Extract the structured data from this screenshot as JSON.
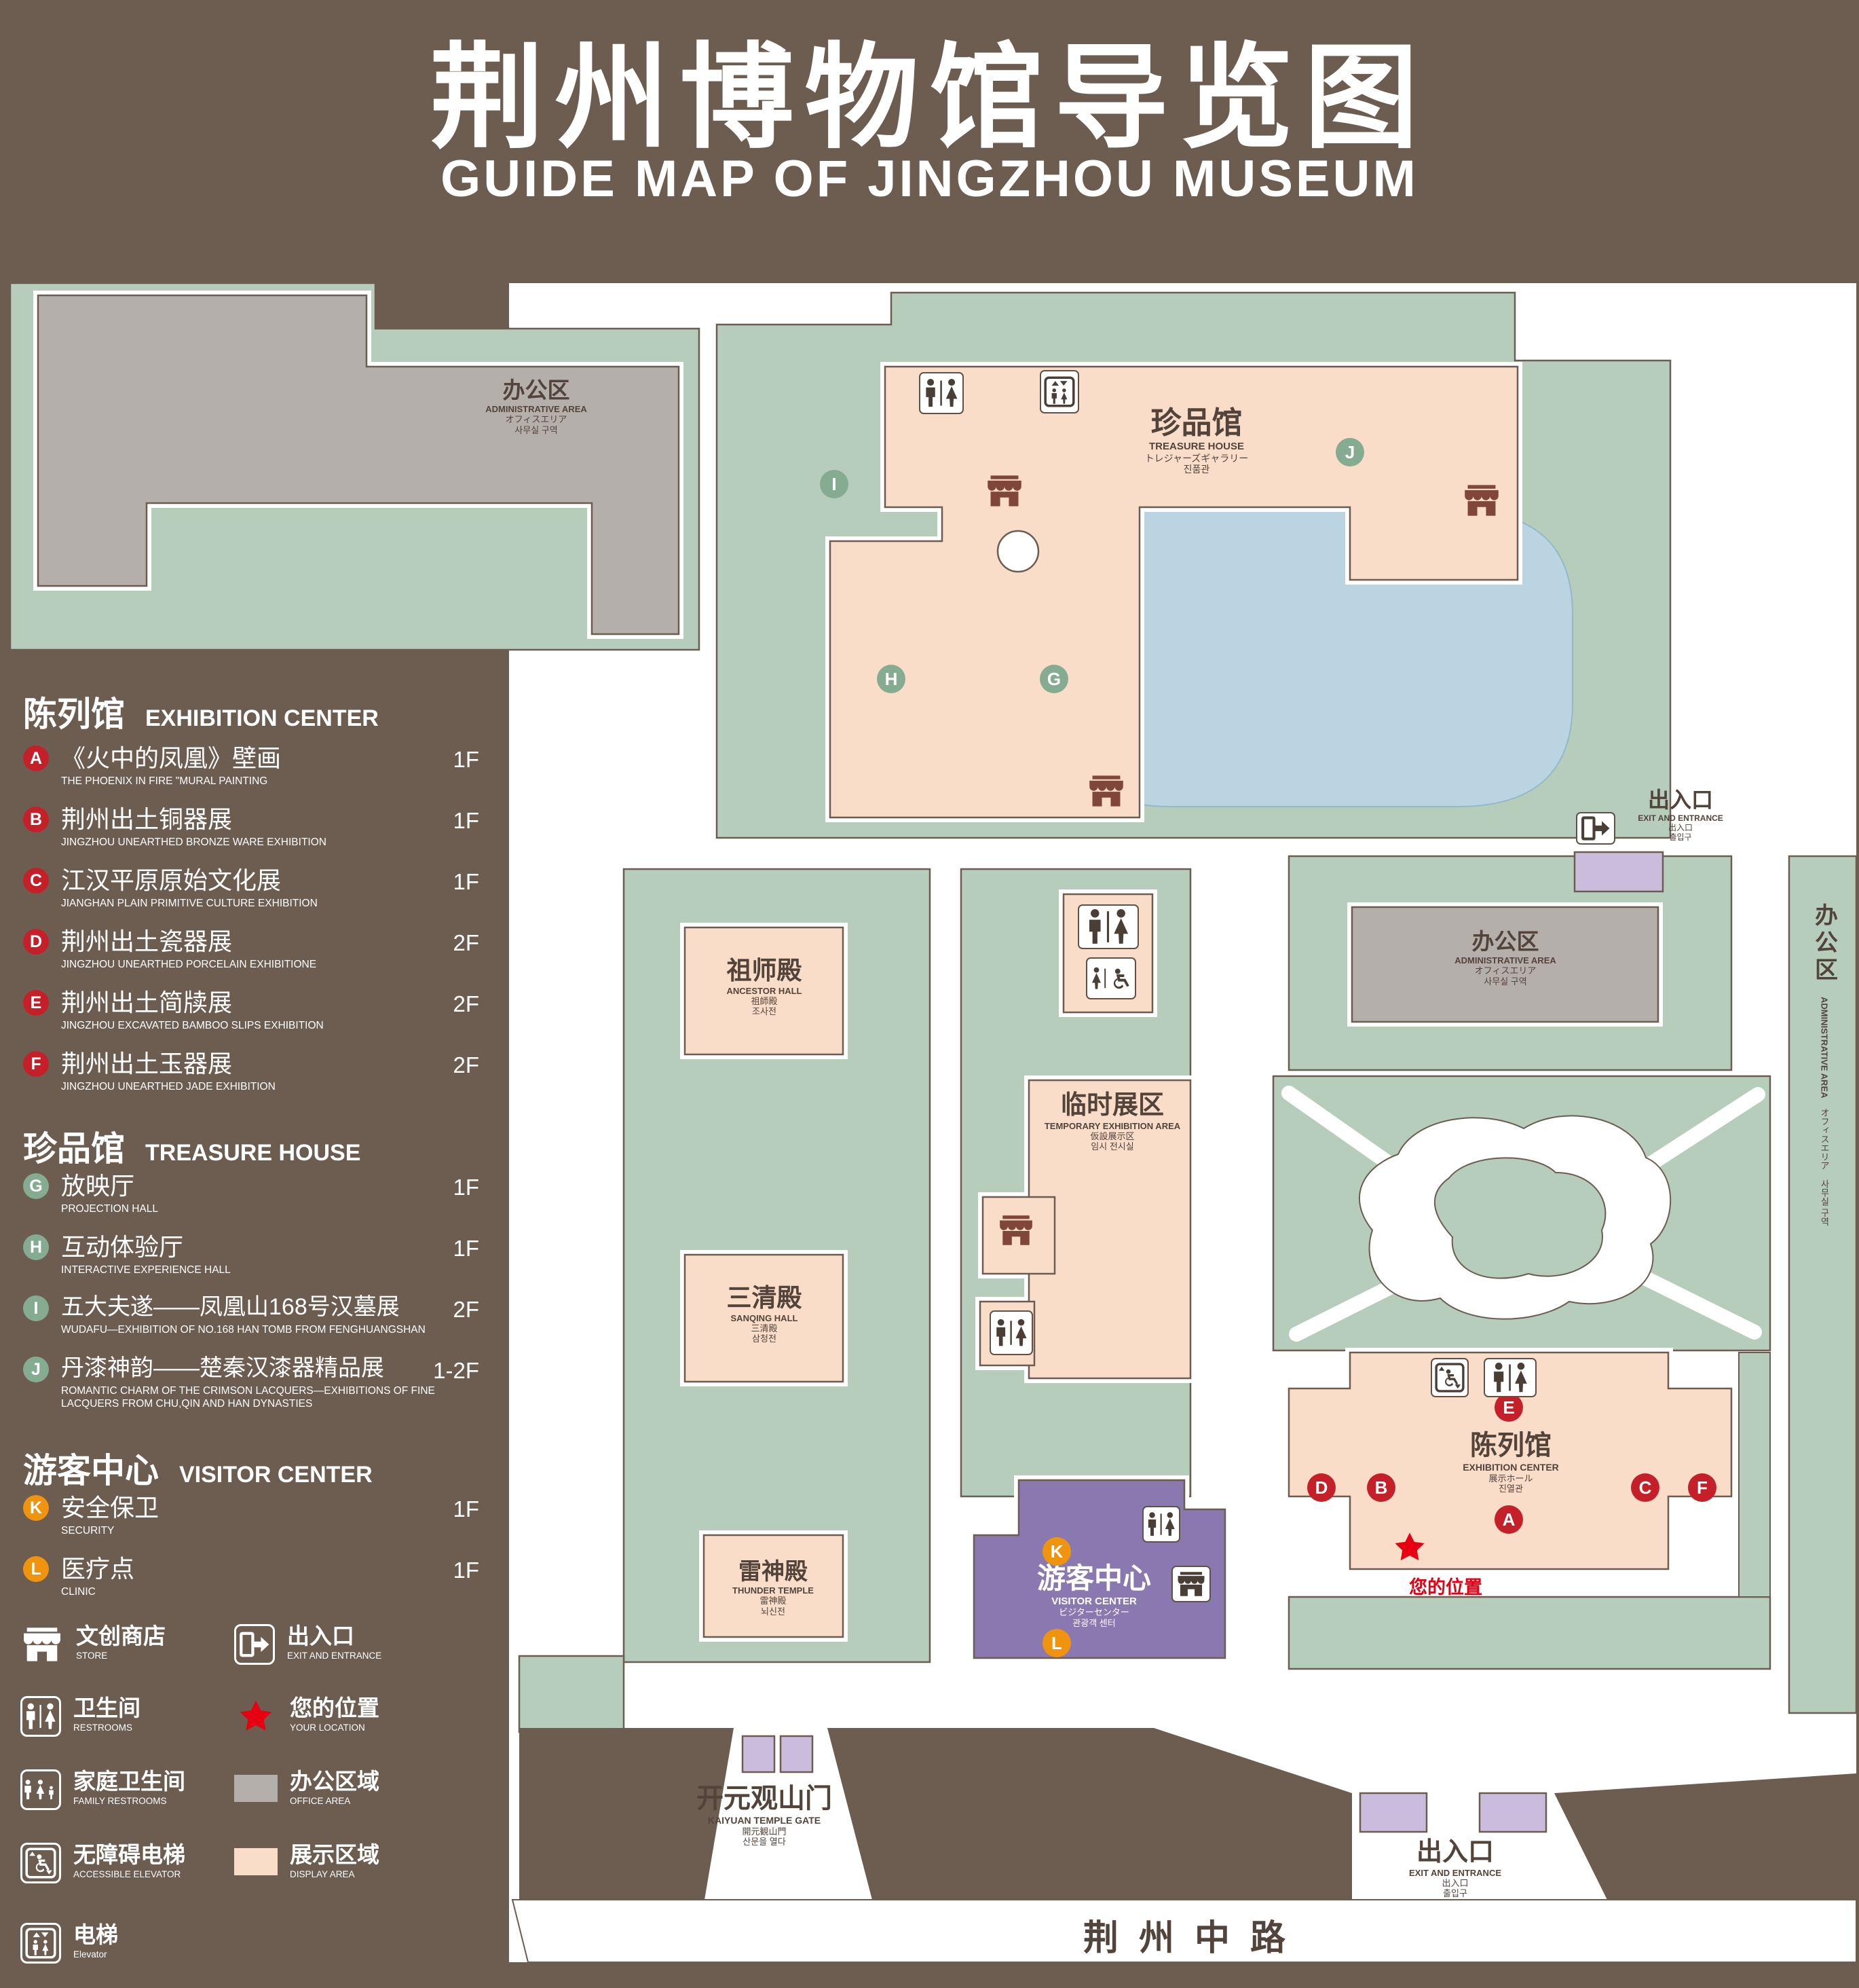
{
  "header": {
    "title": "荆州博物馆导览图",
    "subtitle": "GUIDE MAP OF JINGZHOU MUSEUM"
  },
  "palette": {
    "background": "#6d5c50",
    "green_area": "#b6cdbb",
    "display_area": "#faddc8",
    "office_area": "#b4afaa",
    "visitor_center": "#8a79b1",
    "entrance_block": "#c9bcdc",
    "lake": "#bad4e1",
    "path_white": "#ffffff",
    "marker_red": "#c5202a",
    "marker_green": "#85ac90",
    "marker_orange": "#f0930f",
    "location_red": "#e60012",
    "label_text": "#53443b"
  },
  "legend": {
    "sections": [
      {
        "zh": "陈列馆",
        "en": "EXHIBITION CENTER",
        "items": [
          {
            "letter": "A",
            "zh": "《火中的凤凰》壁画",
            "en": "THE PHOENIX IN FIRE \"MURAL PAINTING",
            "floor": "1F"
          },
          {
            "letter": "B",
            "zh": "荆州出土铜器展",
            "en": "JINGZHOU UNEARTHED BRONZE WARE EXHIBITION",
            "floor": "1F"
          },
          {
            "letter": "C",
            "zh": "江汉平原原始文化展",
            "en": "JIANGHAN PLAIN PRIMITIVE CULTURE EXHIBITION",
            "floor": "1F"
          },
          {
            "letter": "D",
            "zh": "荆州出土瓷器展",
            "en": "JINGZHOU UNEARTHED PORCELAIN EXHIBITIONE",
            "floor": "2F"
          },
          {
            "letter": "E",
            "zh": "荆州出土简牍展",
            "en": "JINGZHOU EXCAVATED BAMBOO SLIPS EXHIBITION",
            "floor": "2F"
          },
          {
            "letter": "F",
            "zh": "荆州出土玉器展",
            "en": "JINGZHOU UNEARTHED JADE EXHIBITION",
            "floor": "2F"
          }
        ]
      },
      {
        "zh": "珍品馆",
        "en": "TREASURE HOUSE",
        "items": [
          {
            "letter": "G",
            "zh": "放映厅",
            "en": "PROJECTION HALL",
            "floor": "1F"
          },
          {
            "letter": "H",
            "zh": "互动体验厅",
            "en": "INTERACTIVE EXPERIENCE HALL",
            "floor": "1F"
          },
          {
            "letter": "I",
            "zh": "五大夫遂——凤凰山168号汉墓展",
            "en": "WUDAFU—EXHIBITION OF NO.168 HAN TOMB FROM FENGHUANGSHAN",
            "floor": "2F"
          },
          {
            "letter": "J",
            "zh": "丹漆神韵——楚秦汉漆器精品展",
            "en": "ROMANTIC CHARM OF THE CRIMSON LACQUERS—EXHIBITIONS OF FINE LACQUERS FROM CHU,QIN AND HAN DYNASTIES",
            "floor": "1-2F"
          }
        ]
      },
      {
        "zh": "游客中心",
        "en": "VISITOR CENTER",
        "items": [
          {
            "letter": "K",
            "zh": "安全保卫",
            "en": "SECURITY",
            "floor": "1F"
          },
          {
            "letter": "L",
            "zh": "医疗点",
            "en": "CLINIC",
            "floor": "1F"
          }
        ]
      }
    ],
    "symbols": [
      {
        "icon": "store-icon",
        "zh": "文创商店",
        "en": "STORE"
      },
      {
        "icon": "exit-icon",
        "zh": "出入口",
        "en": "EXIT AND ENTRANCE"
      },
      {
        "icon": "restroom-icon",
        "zh": "卫生间",
        "en": "RESTROOMS"
      },
      {
        "icon": "location-star-icon",
        "zh": "您的位置",
        "en": "YOUR LOCATION"
      },
      {
        "icon": "family-restroom-icon",
        "zh": "家庭卫生间",
        "en": "FAMILY RESTROOMS"
      },
      {
        "icon": "office-area-swatch",
        "zh": "办公区域",
        "en": "OFFICE AREA"
      },
      {
        "icon": "accessible-elevator-icon",
        "zh": "无障碍电梯",
        "en": "ACCESSIBLE ELEVATOR"
      },
      {
        "icon": "display-area-swatch",
        "zh": "展示区域",
        "en": "DISPLAY AREA"
      },
      {
        "icon": "elevator-icon",
        "zh": "电梯",
        "en": "Elevator"
      }
    ]
  },
  "map": {
    "admin": {
      "zh": "办公区",
      "en": "ADMINISTRATIVE AREA",
      "ja": "オフィスエリア",
      "ko": "사무실 구역"
    },
    "treasure_house": {
      "zh": "珍品馆",
      "en": "TREASURE HOUSE",
      "ja": "トレジャーズギャラリー",
      "ko": "진품관"
    },
    "ancestor_hall": {
      "zh": "祖师殿",
      "en": "ANCESTOR HALL",
      "ja": "祖師殿",
      "ko": "조사전"
    },
    "temporary_area": {
      "zh": "临时展区",
      "en": "TEMPORARY EXHIBITION AREA",
      "ja": "仮設展示区",
      "ko": "임시 전시실"
    },
    "sanqing_hall": {
      "zh": "三清殿",
      "en": "SANQING HALL",
      "ja": "三清殿",
      "ko": "삼청전"
    },
    "thunder_temple": {
      "zh": "雷神殿",
      "en": "THUNDER TEMPLE",
      "ja": "雷神殿",
      "ko": "뇌신전"
    },
    "exhibition_center": {
      "zh": "陈列馆",
      "en": "EXHIBITION CENTER",
      "ja": "展示ホール",
      "ko": "진열관"
    },
    "visitor_center": {
      "zh": "游客中心",
      "en": "VISITOR CENTER",
      "ja": "ビジターセンター",
      "ko": "관광객 센터"
    },
    "exit": {
      "zh": "出入口",
      "en": "EXIT AND ENTRANCE",
      "ja": "出入口",
      "ko": "출입구"
    },
    "gate": {
      "zh": "开元观山门",
      "en": "KAIYUAN TEMPLE GATE",
      "ja": "開元観山門",
      "ko": "산문을 열다"
    },
    "road": "荆州中路",
    "your_location": "您的位置",
    "markers": {
      "A": "A",
      "B": "B",
      "C": "C",
      "D": "D",
      "E": "E",
      "F": "F",
      "G": "G",
      "H": "H",
      "I": "I",
      "J": "J",
      "K": "K",
      "L": "L"
    }
  }
}
